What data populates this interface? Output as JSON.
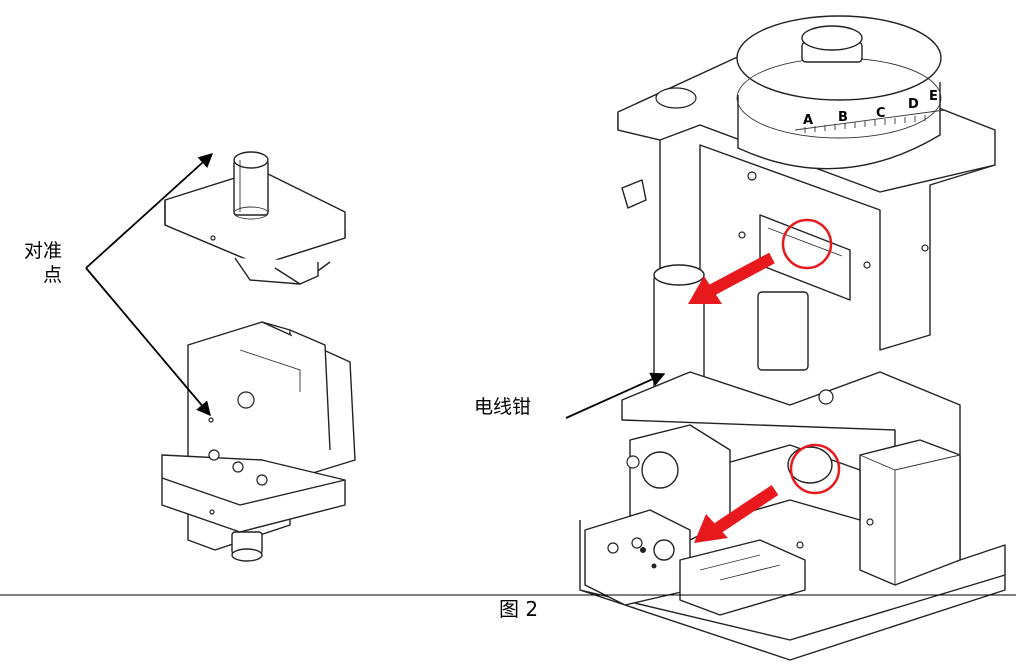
{
  "labels": {
    "alignment_point_line1": "对准",
    "alignment_point_line2": "点",
    "wire_clamp": "电线钳",
    "figure_caption": "图 2"
  },
  "dial_letters": [
    "A",
    "B",
    "C",
    "D",
    "E"
  ],
  "colors": {
    "highlight": "#e8191d",
    "line": "#222222",
    "background": "#ffffff"
  }
}
